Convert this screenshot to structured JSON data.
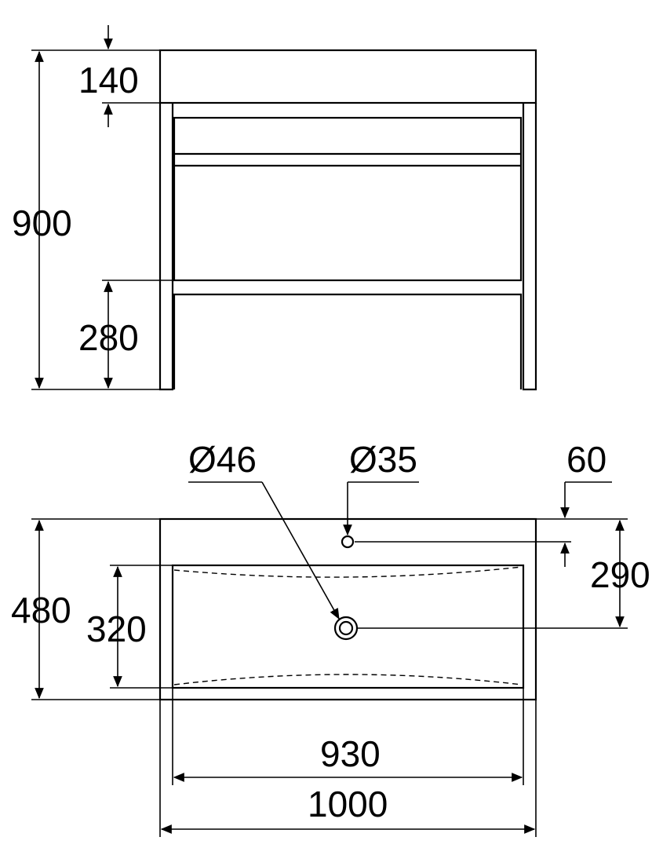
{
  "front_view": {
    "dim_total_height": "900",
    "dim_top_panel": "140",
    "dim_bottom_panel": "280"
  },
  "top_view": {
    "dim_drain_diameter": "Ø46",
    "dim_tap_hole_diameter": "Ø35",
    "dim_tap_offset": "60",
    "dim_drain_offset": "290",
    "dim_depth": "480",
    "dim_basin_depth": "320",
    "dim_basin_width": "930",
    "dim_total_width": "1000"
  }
}
